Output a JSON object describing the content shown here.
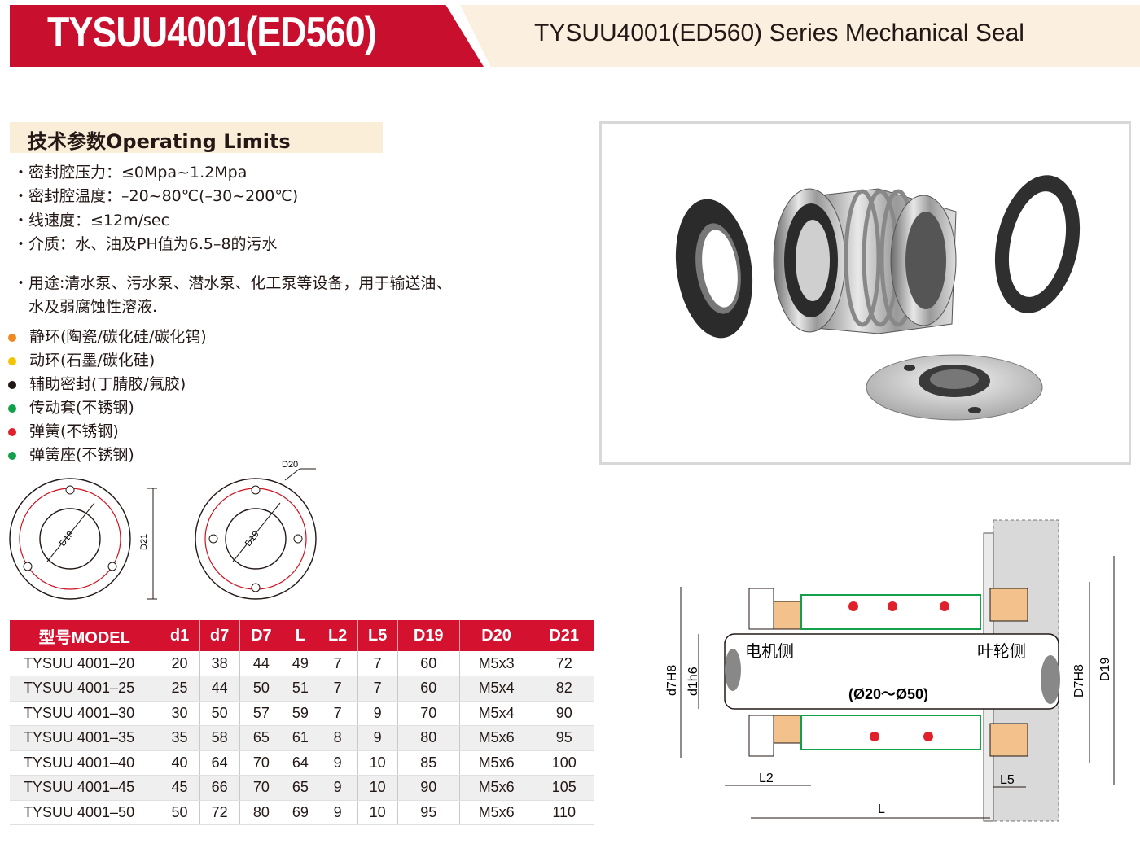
{
  "header": {
    "title": "TYSUU4001(ED560)",
    "subtitle": "TYSUU4001(ED560) Series Mechanical Seal"
  },
  "section": {
    "title": "技术参数Operating Limits"
  },
  "specs": [
    "・密封腔压力：≤0Mpa~1.2Mpa",
    "・密封腔温度：–20~80℃(–30~200℃)",
    "・线速度：≤12m/sec",
    "・介质：水、油及PH值为6.5–8的污水"
  ],
  "usage": {
    "line1": "・用途:清水泵、污水泵、潜水泵、化工泵等设备，用于输送油、",
    "line2": "水及弱腐蚀性溶液."
  },
  "materials": [
    {
      "label": "静环(陶瓷/碳化硅/碳化钨)",
      "color": "#f08a1d"
    },
    {
      "label": "动环(石墨/碳化硅)",
      "color": "#f5c400"
    },
    {
      "label": "辅助密封(丁腈胶/氟胶)",
      "color": "#231815"
    },
    {
      "label": "传动套(不锈钢)",
      "color": "#12a04a"
    },
    {
      "label": "弹簧(不锈钢)",
      "color": "#e0202a"
    },
    {
      "label": "弹簧座(不锈钢)",
      "color": "#12a04a"
    }
  ],
  "diagram_labels": {
    "d19": "D19",
    "d21": "D21",
    "d20": "D20",
    "d7h8": "d7H8",
    "d1h6": "d1h6",
    "D7H8": "D7H8",
    "D19": "D19",
    "motor_side": "电机侧",
    "impeller_side": "叶轮侧",
    "shaft_range": "(Ø20～Ø50)",
    "l2": "L2",
    "l5": "L5",
    "l": "L"
  },
  "table": {
    "headers": [
      "型号MODEL",
      "d1",
      "d7",
      "D7",
      "L",
      "L2",
      "L5",
      "D19",
      "D20",
      "D21"
    ],
    "rows": [
      [
        "TYSUU 4001–20",
        "20",
        "38",
        "44",
        "49",
        "7",
        "7",
        "60",
        "M5x3",
        "72"
      ],
      [
        "TYSUU 4001–25",
        "25",
        "44",
        "50",
        "51",
        "7",
        "7",
        "60",
        "M5x4",
        "82"
      ],
      [
        "TYSUU 4001–30",
        "30",
        "50",
        "57",
        "59",
        "7",
        "9",
        "70",
        "M5x4",
        "90"
      ],
      [
        "TYSUU 4001–35",
        "35",
        "58",
        "65",
        "61",
        "8",
        "9",
        "80",
        "M5x6",
        "95"
      ],
      [
        "TYSUU 4001–40",
        "40",
        "64",
        "70",
        "64",
        "9",
        "10",
        "85",
        "M5x6",
        "100"
      ],
      [
        "TYSUU 4001–45",
        "45",
        "66",
        "70",
        "65",
        "9",
        "10",
        "90",
        "M5x6",
        "105"
      ],
      [
        "TYSUU 4001–50",
        "50",
        "72",
        "80",
        "69",
        "9",
        "10",
        "95",
        "M5x6",
        "110"
      ]
    ]
  }
}
